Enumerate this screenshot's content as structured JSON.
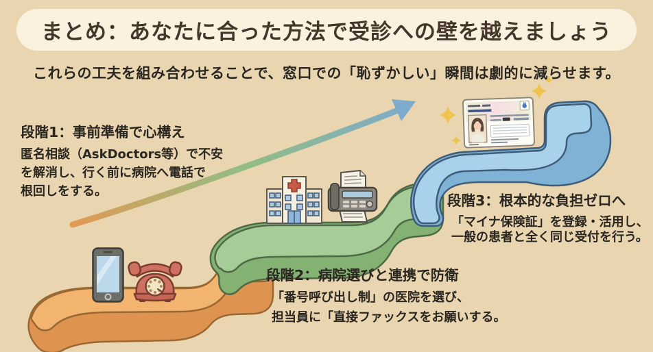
{
  "banner": {
    "title": "まとめ：あなたに合った方法で受診への壁を越えましょう"
  },
  "subtitle": "これらの工夫を組み合わせることで、窓口での「恥ずかしい」瞬間は劇的に減らせます。",
  "stages": [
    {
      "id": "1",
      "title": "段階1：事前準備で心構え",
      "body": "匿名相談（AskDoctors等）で不安\nを解消し、行く前に病院へ電話で\n根回しをする。",
      "icons": [
        "smartphone-icon",
        "rotary-phone-icon"
      ],
      "step_color": "#f2b46e"
    },
    {
      "id": "2",
      "title": "段階2：病院選びと連携で防衛",
      "body": "「番号呼び出し制」の医院を選び、\n担当員に「直接ファックスをお願いする。",
      "icons": [
        "hospital-icon",
        "fax-icon"
      ],
      "step_color": "#a6cc97"
    },
    {
      "id": "3",
      "title": "段階3：根本的な負担ゼロへ",
      "body": "「マイナ保険証」を登録・活用し、\n一般の患者と全く同じ受付を行う。",
      "icons": [
        "myna-insurance-card-icon"
      ],
      "step_color": "#a8d2ec"
    }
  ],
  "colors": {
    "background": "#e9d5b0",
    "banner_bg": "#faf2df",
    "title_text": "#44362a",
    "body_text": "#2a2620",
    "stage1_top": "#f2b46e",
    "stage1_side": "#de9450",
    "stage1_outline": "#9a6832",
    "stage2_top": "#a6cc97",
    "stage2_side": "#84b273",
    "stage2_outline": "#4e6a46",
    "stage3_top": "#a8d2ec",
    "stage3_side": "#7fb2d5",
    "stage3_outline": "#3f5d79",
    "arrow_start": "#e09a55",
    "arrow_mid": "#93bd83",
    "arrow_end": "#7dabcb",
    "sparkle": "#eec34f"
  }
}
